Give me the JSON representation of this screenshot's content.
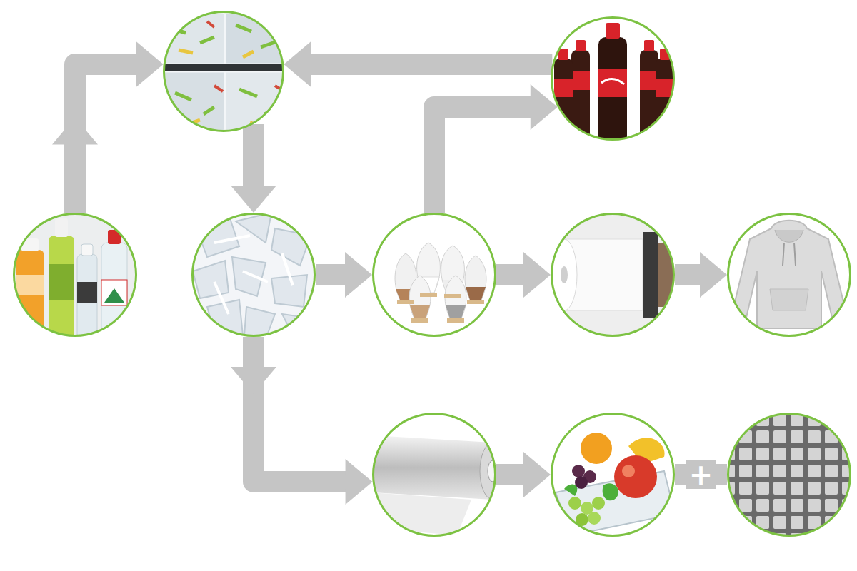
{
  "diagram": {
    "nodes": [
      {
        "text": []
      },
      {
        "text": []
      },
      {
        "text": []
      },
      {
        "text": []
      },
      {
        "text": []
      },
      {
        "text": []
      },
      {
        "text": []
      },
      {
        "text": []
      },
      {
        "text": []
      },
      {
        "text": []
      }
    ],
    "edges": [
      {
        "from": 0,
        "to": 1,
        "arrow": "to"
      },
      {
        "from": 2,
        "to": 1,
        "arrow": "to"
      },
      {
        "from": 1,
        "to": 3,
        "arrow": "to"
      },
      {
        "from": 3,
        "to": 4,
        "arrow": "to"
      },
      {
        "from": 4,
        "to": 2,
        "arrow": "to"
      },
      {
        "from": 4,
        "to": 5,
        "arrow": "to"
      },
      {
        "from": 5,
        "to": 6,
        "arrow": "to"
      },
      {
        "from": 3,
        "to": 7,
        "arrow": "to"
      },
      {
        "from": 7,
        "to": 8,
        "arrow": "to"
      },
      {
        "from": 8,
        "to": 9,
        "label": "+",
        "arrow": "none"
      }
    ]
  }
}
